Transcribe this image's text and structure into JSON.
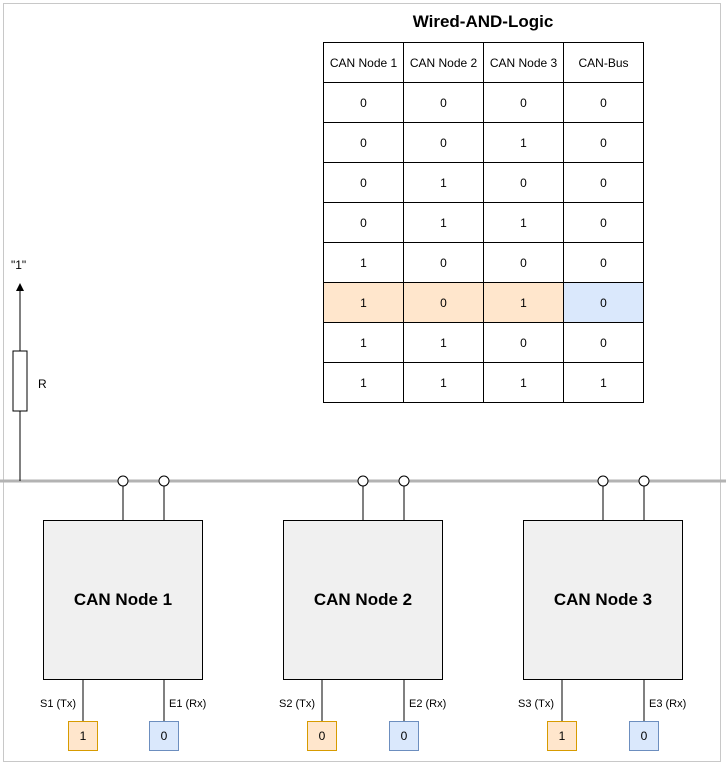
{
  "title": "Wired-AND-Logic",
  "truth_table": {
    "headers": [
      "CAN Node 1",
      "CAN Node 2",
      "CAN Node 3",
      "CAN-Bus"
    ],
    "rows": [
      [
        "0",
        "0",
        "0",
        "0"
      ],
      [
        "0",
        "0",
        "1",
        "0"
      ],
      [
        "0",
        "1",
        "0",
        "0"
      ],
      [
        "0",
        "1",
        "1",
        "0"
      ],
      [
        "1",
        "0",
        "0",
        "0"
      ],
      [
        "1",
        "0",
        "1",
        "0"
      ],
      [
        "1",
        "1",
        "0",
        "0"
      ],
      [
        "1",
        "1",
        "1",
        "1"
      ]
    ],
    "highlight_row": 5
  },
  "pullup": {
    "level_label": "\"1\"",
    "resistor_label": "R"
  },
  "nodes": [
    {
      "name": "CAN Node 1",
      "tx_label": "S1 (Tx)",
      "rx_label": "E1 (Rx)",
      "tx_value": "1",
      "rx_value": "0"
    },
    {
      "name": "CAN Node 2",
      "tx_label": "S2 (Tx)",
      "rx_label": "E2 (Rx)",
      "tx_value": "0",
      "rx_value": "0"
    },
    {
      "name": "CAN Node 3",
      "tx_label": "S3 (Tx)",
      "rx_label": "E3 (Rx)",
      "tx_value": "1",
      "rx_value": "0"
    }
  ],
  "colors": {
    "tx_fill": "#ffe6cc",
    "rx_fill": "#dae8fc",
    "bus": "#b3b3b3",
    "node_fill": "#f0f0f0"
  }
}
